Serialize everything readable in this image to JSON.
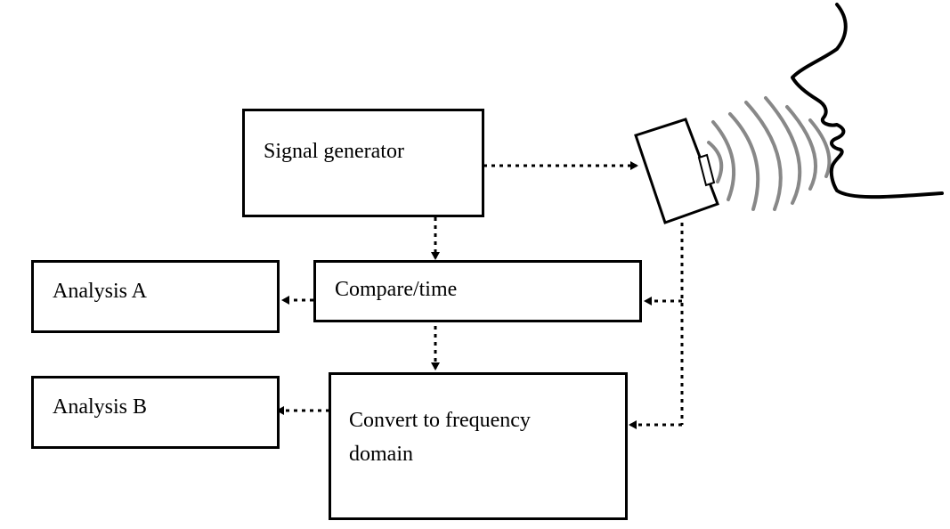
{
  "diagram": {
    "boxes": {
      "signal_generator": "Signal generator",
      "compare_time": "Compare/time",
      "analysis_a": "Analysis A",
      "analysis_b": "Analysis B",
      "convert_line1": "Convert to frequency",
      "convert_line2": "domain"
    },
    "colors": {
      "stroke": "#000000",
      "waves": "#888888",
      "background": "#ffffff"
    }
  }
}
